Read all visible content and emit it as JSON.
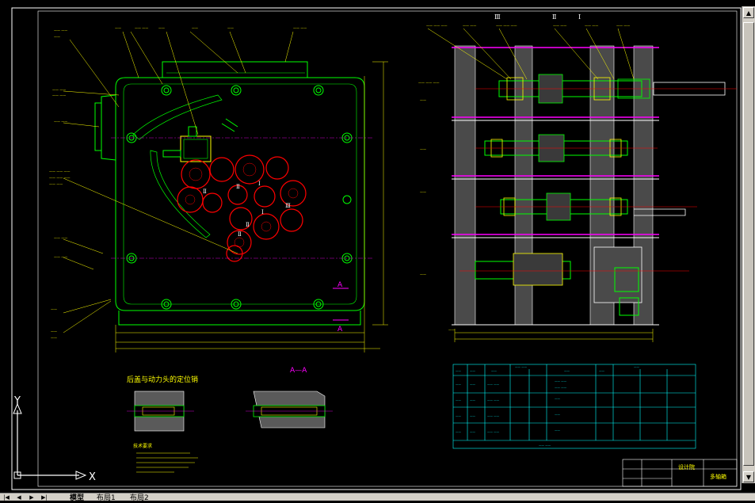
{
  "tabs": {
    "model": "模型",
    "layout1": "布局1",
    "layout2": "布局2"
  },
  "ucs": {
    "x_label": "X",
    "y_label": "Y"
  },
  "drawing": {
    "section_marks": [
      "Ⅲ",
      "Ⅱ",
      "Ⅰ"
    ],
    "view_label": "A—A",
    "section_a1": "A",
    "section_a2": "A",
    "detail_title": "后盖与动力头的定位销",
    "gear_labels": [
      "Ⅰ",
      "Ⅱ",
      "Ⅲ",
      "Ⅱ",
      "Ⅱ",
      "Ⅰ",
      "Ⅱ"
    ],
    "notes_title": "技术要求"
  },
  "title_block": {
    "company": "设计院",
    "name": "多轴箱"
  },
  "colors": {
    "background": "#000000",
    "outline": "#00ff00",
    "gear": "#ff0000",
    "dimension": "#ffff00",
    "table": "#00ffff",
    "center_line": "#ff00ff",
    "hatch": "#7f7f7f"
  }
}
